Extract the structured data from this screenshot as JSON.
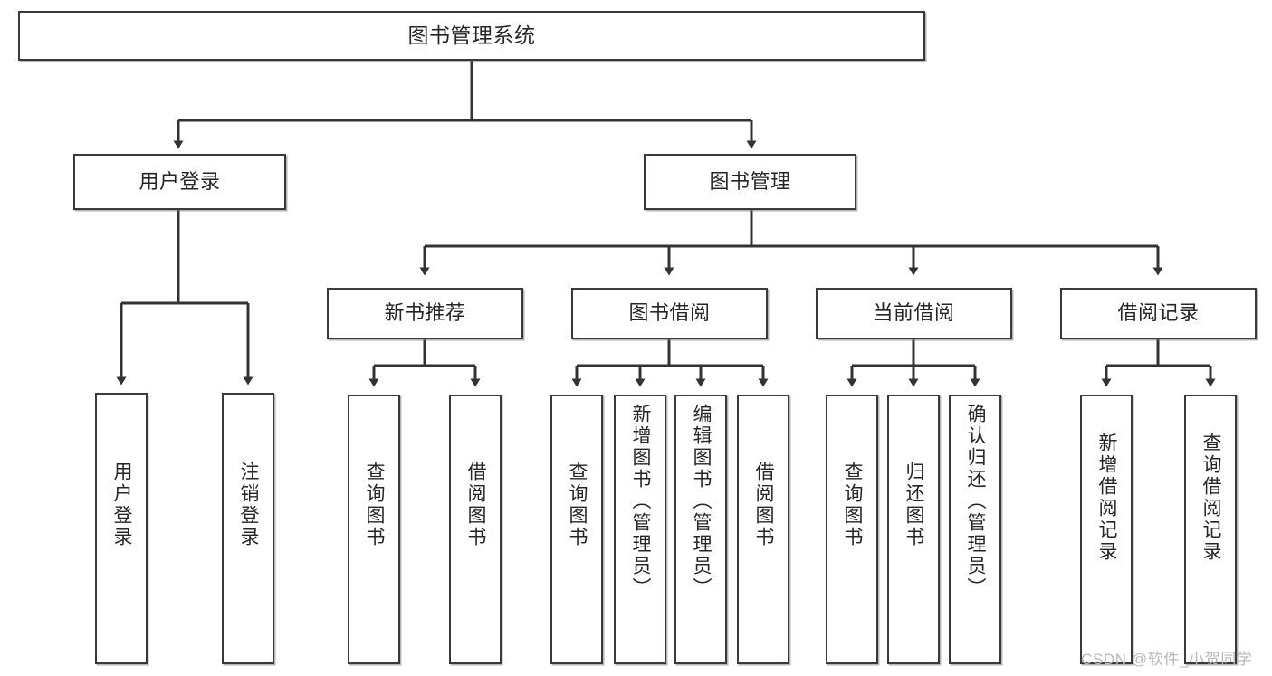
{
  "diagram": {
    "title": "图书管理系统",
    "type": "tree-hierarchy-chart",
    "colors": {
      "box_border": "#3a3a3a",
      "box_fill": "#ffffff",
      "connector": "#333333",
      "watermark": "#b9b9b9"
    },
    "levels": {
      "root": {
        "id": "root",
        "label": "图书管理系统"
      },
      "level2": [
        {
          "id": "user-login",
          "label": "用户登录"
        },
        {
          "id": "book-management",
          "label": "图书管理"
        }
      ],
      "level3": [
        {
          "id": "new-book-recommend",
          "label": "新书推荐",
          "parent": "book-management"
        },
        {
          "id": "book-borrow",
          "label": "图书借阅",
          "parent": "book-management"
        },
        {
          "id": "current-borrow",
          "label": "当前借阅",
          "parent": "book-management"
        },
        {
          "id": "borrow-record",
          "label": "借阅记录",
          "parent": "book-management"
        }
      ],
      "leaves": [
        {
          "id": "leaf-user-login",
          "label": "用户登录",
          "parent": "user-login"
        },
        {
          "id": "leaf-logout-login",
          "label": "注销登录",
          "parent": "user-login"
        },
        {
          "id": "leaf-query-book-1",
          "label": "查询图书",
          "parent": "new-book-recommend"
        },
        {
          "id": "leaf-borrow-book-1",
          "label": "借阅图书",
          "parent": "new-book-recommend"
        },
        {
          "id": "leaf-query-book-2",
          "label": "查询图书",
          "parent": "book-borrow"
        },
        {
          "id": "leaf-add-book-admin",
          "label": "新增图书（管理员）",
          "parent": "book-borrow"
        },
        {
          "id": "leaf-edit-book-admin",
          "label": "编辑图书（管理员）",
          "parent": "book-borrow"
        },
        {
          "id": "leaf-borrow-book-2",
          "label": "借阅图书",
          "parent": "book-borrow"
        },
        {
          "id": "leaf-query-book-3",
          "label": "查询图书",
          "parent": "current-borrow"
        },
        {
          "id": "leaf-return-book",
          "label": "归还图书",
          "parent": "current-borrow"
        },
        {
          "id": "leaf-confirm-return-admin",
          "label": "确认归还（管理员）",
          "parent": "current-borrow"
        },
        {
          "id": "leaf-add-borrow-record",
          "label": "新增借阅记录",
          "parent": "borrow-record"
        },
        {
          "id": "leaf-query-borrow-record",
          "label": "查询借阅记录",
          "parent": "borrow-record"
        }
      ]
    },
    "watermark": "CSDN @软件_小贺同学"
  }
}
